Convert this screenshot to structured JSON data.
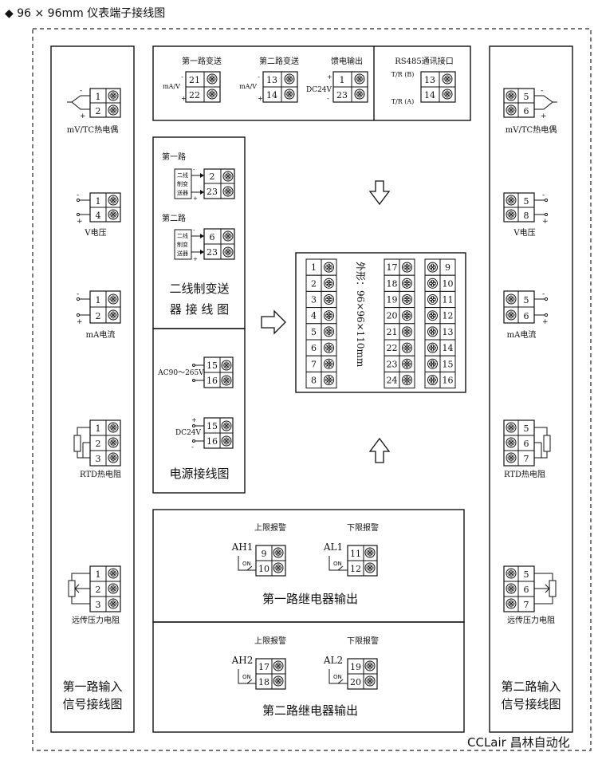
{
  "page_title": "◆ 96 × 96mm 仪表端子接线图",
  "brand": "CCLair 昌林自动化",
  "left_panel": {
    "title_line1": "第一路输入",
    "title_line2": "信号接线图",
    "tc_label": "mV/TC热电偶",
    "v_label": "V电压",
    "ma_label": "mA电流",
    "rtd_label": "RTD热电阻",
    "pot_label": "远传压力电阻",
    "tc_terms": [
      "1",
      "2"
    ],
    "v_terms": [
      "1",
      "4"
    ],
    "ma_terms": [
      "1",
      "2"
    ],
    "rtd_terms": [
      "1",
      "2",
      "3"
    ],
    "pot_terms": [
      "1",
      "2",
      "3"
    ]
  },
  "right_panel": {
    "title_line1": "第二路输入",
    "title_line2": "信号接线图",
    "tc_label": "mV/TC热电偶",
    "v_label": "V电压",
    "ma_label": "mA电流",
    "rtd_label": "RTD热电阻",
    "pot_label": "远传压力电阻",
    "tc_terms": [
      "5",
      "6"
    ],
    "v_terms": [
      "5",
      "8"
    ],
    "ma_terms": [
      "5",
      "6"
    ],
    "rtd_terms": [
      "5",
      "6",
      "7"
    ],
    "pot_terms": [
      "5",
      "6",
      "7"
    ]
  },
  "top_box": {
    "tx1_label": "第一路变送",
    "tx2_label": "第二路变送",
    "feed_label": "馈电输出",
    "rs485_label": "RS485通讯接口",
    "ma_v_1": "mA/V",
    "ma_v_2": "mA/V",
    "dc24v": "DC24V",
    "tr_b": "T/R (B)",
    "tr_a": "T/R (A)",
    "tx1_terms": [
      "21",
      "22"
    ],
    "tx2_terms": [
      "13",
      "14"
    ],
    "feed_terms": [
      "1",
      "23"
    ],
    "rs485_terms": [
      "13",
      "14"
    ]
  },
  "two_wire_box": {
    "ch1_label": "第一路",
    "ch2_label": "第二路",
    "device_label": [
      "二线",
      "制变",
      "送器"
    ],
    "ch1_terms": [
      "2",
      "23"
    ],
    "ch2_terms": [
      "6",
      "23"
    ],
    "title_line1": "二线制变送",
    "title_line2": "器 接 线 图"
  },
  "power_box": {
    "ac_label": "AC90～265V",
    "dc_label": "DC24V",
    "ac_terms": [
      "15",
      "16"
    ],
    "dc_terms": [
      "15",
      "16"
    ],
    "title": "电源接线图"
  },
  "center": {
    "dimension": "外形：96×96×110mm",
    "col1": [
      "1",
      "2",
      "3",
      "4",
      "5",
      "6",
      "7",
      "8"
    ],
    "col2": [
      "17",
      "18",
      "19",
      "20",
      "21",
      "22",
      "23",
      "24"
    ],
    "col3": [
      "9",
      "10",
      "11",
      "12",
      "13",
      "14",
      "15",
      "16"
    ]
  },
  "relay1": {
    "upper_label": "上限报警",
    "lower_label": "下限报警",
    "ah": "AH1",
    "al": "AL1",
    "on1": "ON",
    "on2": "ON",
    "ah_terms": [
      "9",
      "10"
    ],
    "al_terms": [
      "11",
      "12"
    ],
    "title": "第一路继电器输出"
  },
  "relay2": {
    "upper_label": "上限报警",
    "lower_label": "下限报警",
    "ah": "AH2",
    "al": "AL2",
    "on1": "ON",
    "on2": "ON",
    "ah_terms": [
      "17",
      "18"
    ],
    "al_terms": [
      "19",
      "20"
    ],
    "title": "第二路继电器输出"
  },
  "symbols": {
    "minus": "-",
    "plus": "+"
  }
}
